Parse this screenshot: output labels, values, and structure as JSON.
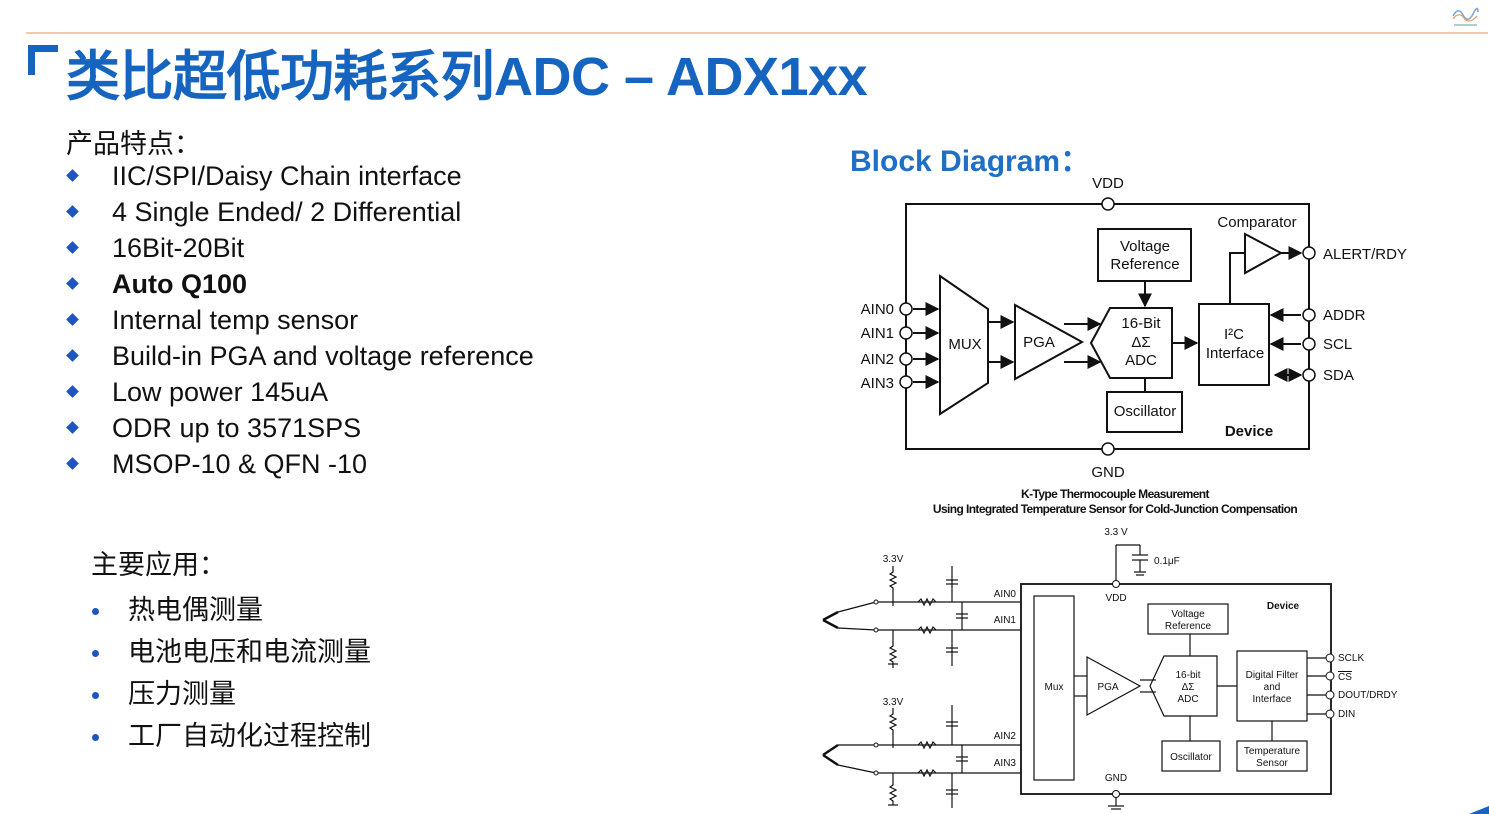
{
  "title": "类比超低功耗系列ADC – ADX1xx",
  "features": {
    "heading": "产品特点：",
    "items": [
      {
        "text": "IIC/SPI/Daisy Chain interface",
        "bold": false
      },
      {
        "text": "4 Single Ended/ 2 Differential",
        "bold": false
      },
      {
        "text": "16Bit-20Bit",
        "bold": false
      },
      {
        "text": "Auto Q100",
        "bold": true
      },
      {
        "text": "Internal temp sensor",
        "bold": false
      },
      {
        "text": "Build-in PGA and voltage reference",
        "bold": false
      },
      {
        "text": "Low power 145uA",
        "bold": false
      },
      {
        "text": "ODR up to 3571SPS",
        "bold": false
      },
      {
        "text": "MSOP-10 & QFN -10",
        "bold": false
      }
    ]
  },
  "applications": {
    "heading": "主要应用：",
    "items": [
      "热电偶测量",
      "电池电压和电流测量",
      "压力测量",
      "工厂自动化过程控制"
    ]
  },
  "block_diagram": {
    "title": "Block Diagram：",
    "vdd": "VDD",
    "gnd": "GND",
    "comparator": "Comparator",
    "alert": "ALERT/RDY",
    "vref1": "Voltage",
    "vref2": "Reference",
    "ain": [
      "AIN0",
      "AIN1",
      "AIN2",
      "AIN3"
    ],
    "mux": "MUX",
    "pga": "PGA",
    "adc1": "16-Bit",
    "adc2": "ΔΣ",
    "adc3": "ADC",
    "i2c1": "I²C",
    "i2c2": "Interface",
    "addr": "ADDR",
    "scl": "SCL",
    "sda": "SDA",
    "osc": "Oscillator",
    "device": "Device"
  },
  "caption": {
    "line1": "K-Type Thermocouple Measurement",
    "line2": "Using Integrated Temperature Sensor for Cold-Junction Compensation"
  },
  "app_circuit": {
    "v33_top": "3.3 V",
    "cap": "0.1μF",
    "v33a": "3.3V",
    "v33b": "3.3V",
    "vdd": "VDD",
    "gnd": "GND",
    "device": "Device",
    "ain": [
      "AIN0",
      "AIN1",
      "AIN2",
      "AIN3"
    ],
    "vref1": "Voltage",
    "vref2": "Reference",
    "mux": "Mux",
    "pga": "PGA",
    "adc1": "16-bit",
    "adc2": "ΔΣ",
    "adc3": "ADC",
    "df1": "Digital Filter",
    "df2": "and",
    "df3": "Interface",
    "osc": "Oscillator",
    "ts1": "Temperature",
    "ts2": "Sensor",
    "sclk": "SCLK",
    "cs": "CS",
    "dout": "DOUT/DRDY",
    "din": "DIN"
  },
  "colors": {
    "title": "#1565c0",
    "bullet": "#1e55c0",
    "block_title": "#1e6fc6"
  }
}
